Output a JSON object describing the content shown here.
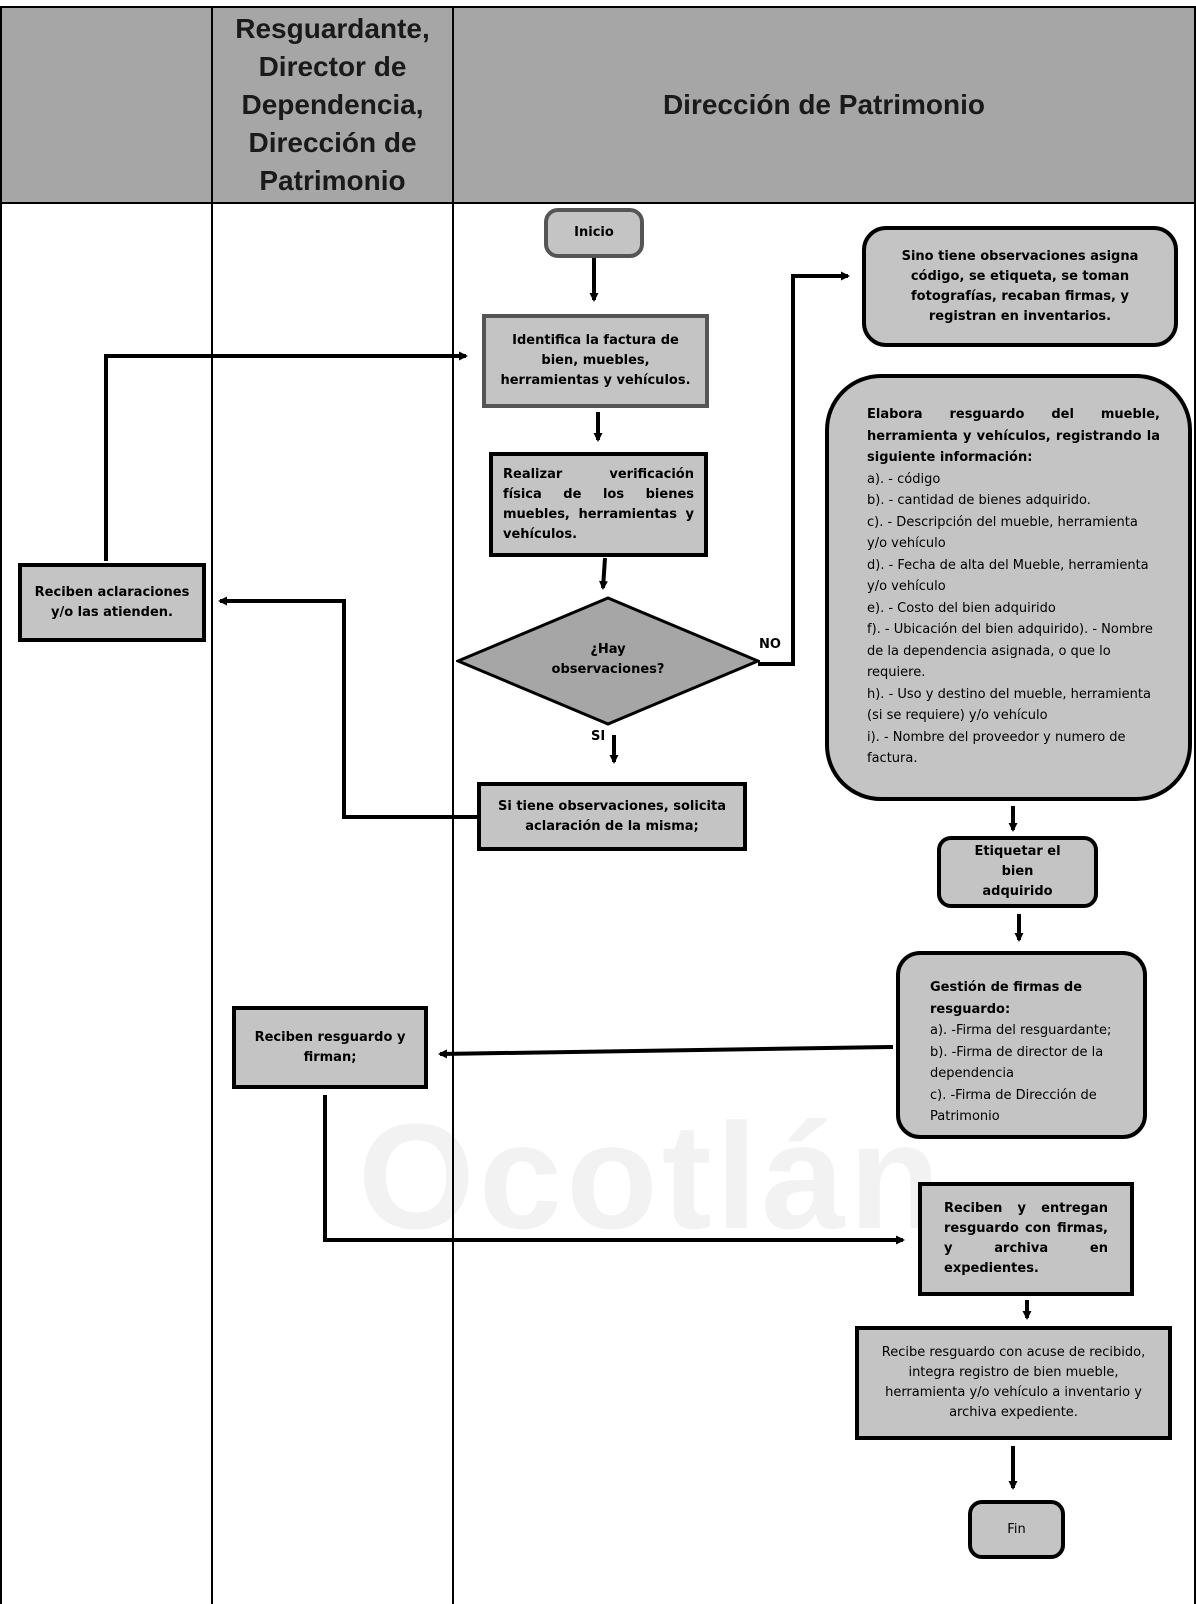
{
  "header": {
    "col1": "",
    "col2": "Resguardante, Director de Dependencia, Dirección de Patrimonio",
    "col3": "Dirección de Patrimonio"
  },
  "watermark": "Ocotlán",
  "nodes": {
    "inicio": "Inicio",
    "identifica": "Identifica la factura de bien, muebles, herramientas y vehículos.",
    "verificacion": "Realizar verificación física de los bienes muebles, herramientas y vehículos.",
    "decision": "¿Hay observaciones?",
    "si_obs": "Si tiene observaciones, solicita aclaración de la misma;",
    "aclaraciones": "Reciben aclaraciones y/o las atienden.",
    "sino_obs": "Sino tiene observaciones asigna código, se etiqueta, se toman fotografías, recaban firmas, y registran en inventarios.",
    "elabora_title": "Elabora resguardo del mueble, herramienta y vehículos, registrando la siguiente información:",
    "elabora_items": [
      "a). - código",
      "b). - cantidad de bienes adquirido.",
      "c). - Descripción del mueble, herramienta y/o vehículo",
      "d). - Fecha de alta del Mueble, herramienta y/o vehículo",
      "e). - Costo del bien adquirido",
      "f). - Ubicación del bien adquirido). - Nombre de la dependencia asignada, o que lo requiere.",
      "h). - Uso y destino del mueble, herramienta (si se requiere) y/o vehículo",
      "i). - Nombre del proveedor y numero de factura."
    ],
    "etiquetar": "Etiquetar el bien adquirido",
    "gestion_title": "Gestión de firmas de resguardo:",
    "gestion_items": [
      "a). -Firma del resguardante;",
      "b). -Firma de director de la dependencia",
      "c). -Firma de Dirección de Patrimonio"
    ],
    "reciben_firman": "Reciben resguardo y firman;",
    "entregan": "Reciben y entregan resguardo con firmas, y archiva en expedientes.",
    "recibe_acuse": "Recibe resguardo con acuse de recibido, integra registro de bien mueble, herramienta y/o vehículo a inventario y archiva expediente.",
    "fin": "Fin"
  },
  "labels": {
    "no": "NO",
    "si": "SI"
  }
}
